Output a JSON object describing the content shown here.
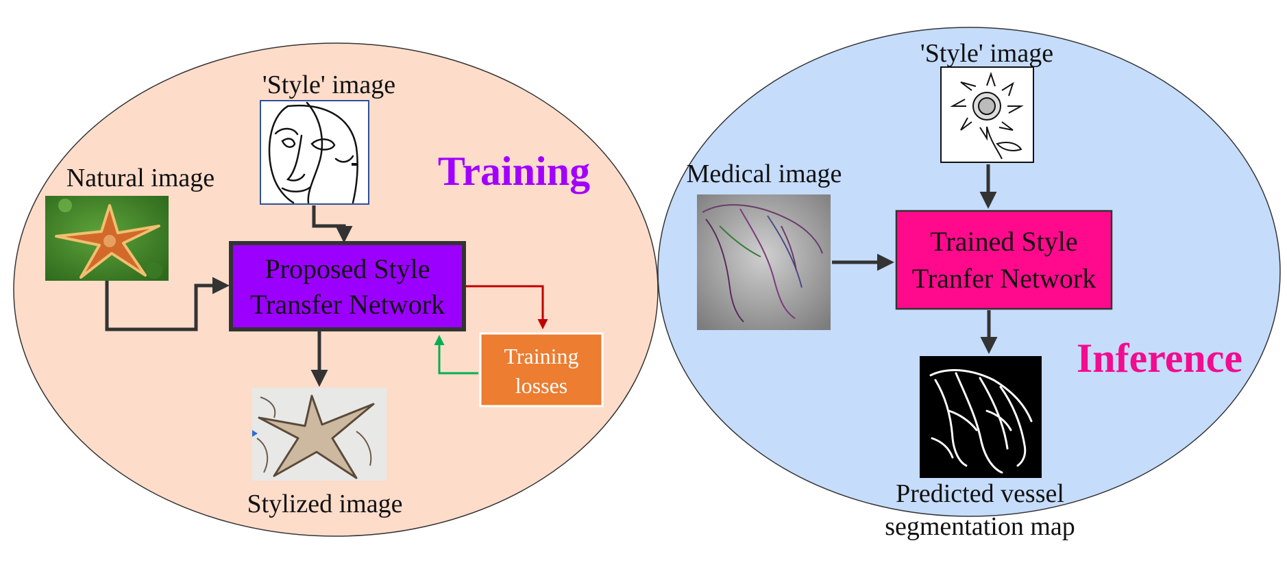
{
  "training": {
    "title": "Training",
    "title_color": "#a100ff",
    "bg_color": "#fddcca",
    "style_image_label": "'Style' image",
    "natural_image_label": "Natural image",
    "network_line1": "Proposed Style",
    "network_line2": "Transfer Network",
    "network_color": "#9b00ff",
    "losses_line1": "Training",
    "losses_line2": "losses",
    "losses_color": "#ec7d31",
    "stylized_image_label": "Stylized image",
    "loss_arrow_color": "#c00000",
    "feedback_arrow_color": "#00b050"
  },
  "inference": {
    "title": "Inference",
    "title_color": "#f20c8f",
    "bg_color": "#c5dcfb",
    "style_image_label": "'Style' image",
    "medical_image_label": "Medical image",
    "network_line1": "Trained Style",
    "network_line2": "Tranfer Network",
    "network_color": "#ff0a8c",
    "output_line1": "Predicted vessel",
    "output_line2": "segmentation map"
  },
  "icons": {
    "face_sketch": "face-line-drawing",
    "starfish_photo": "starfish",
    "stylized_starfish": "sketch-starfish",
    "sunflower_sketch": "sunflower-line-drawing",
    "angiogram": "coronary-angiogram",
    "vessel_map": "vessel-segmentation-mask"
  }
}
